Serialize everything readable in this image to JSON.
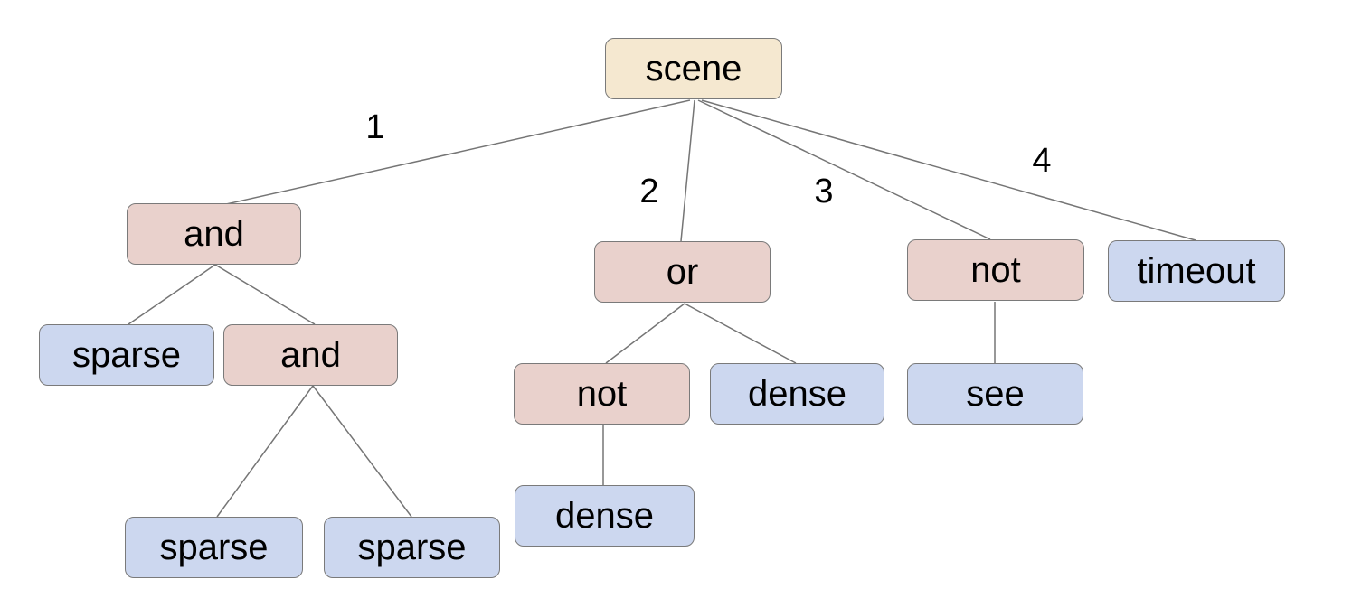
{
  "diagram": {
    "type": "tree",
    "background": "#ffffff",
    "colors": {
      "bg": "#ffffff",
      "root_fill": "#f5e8d0",
      "operator_fill": "#e9d1cc",
      "leaf_fill": "#ccd7ef",
      "node_border": "#7a7a7a",
      "edge_line": "#757575",
      "text": "#000000"
    },
    "tree": {
      "label": "scene",
      "fill": "root",
      "children": [
        {
          "edge": "1",
          "label": "and",
          "fill": "operator",
          "children": [
            {
              "label": "sparse",
              "fill": "leaf"
            },
            {
              "label": "and",
              "fill": "operator",
              "children": [
                {
                  "label": "sparse",
                  "fill": "leaf"
                },
                {
                  "label": "sparse",
                  "fill": "leaf"
                }
              ]
            }
          ]
        },
        {
          "edge": "2",
          "label": "or",
          "fill": "operator",
          "children": [
            {
              "label": "not",
              "fill": "operator",
              "children": [
                {
                  "label": "dense",
                  "fill": "leaf"
                }
              ]
            },
            {
              "label": "dense",
              "fill": "leaf"
            }
          ]
        },
        {
          "edge": "3",
          "label": "not",
          "fill": "operator",
          "children": [
            {
              "label": "see",
              "fill": "leaf"
            }
          ]
        },
        {
          "edge": "4",
          "label": "timeout",
          "fill": "leaf"
        }
      ]
    }
  }
}
